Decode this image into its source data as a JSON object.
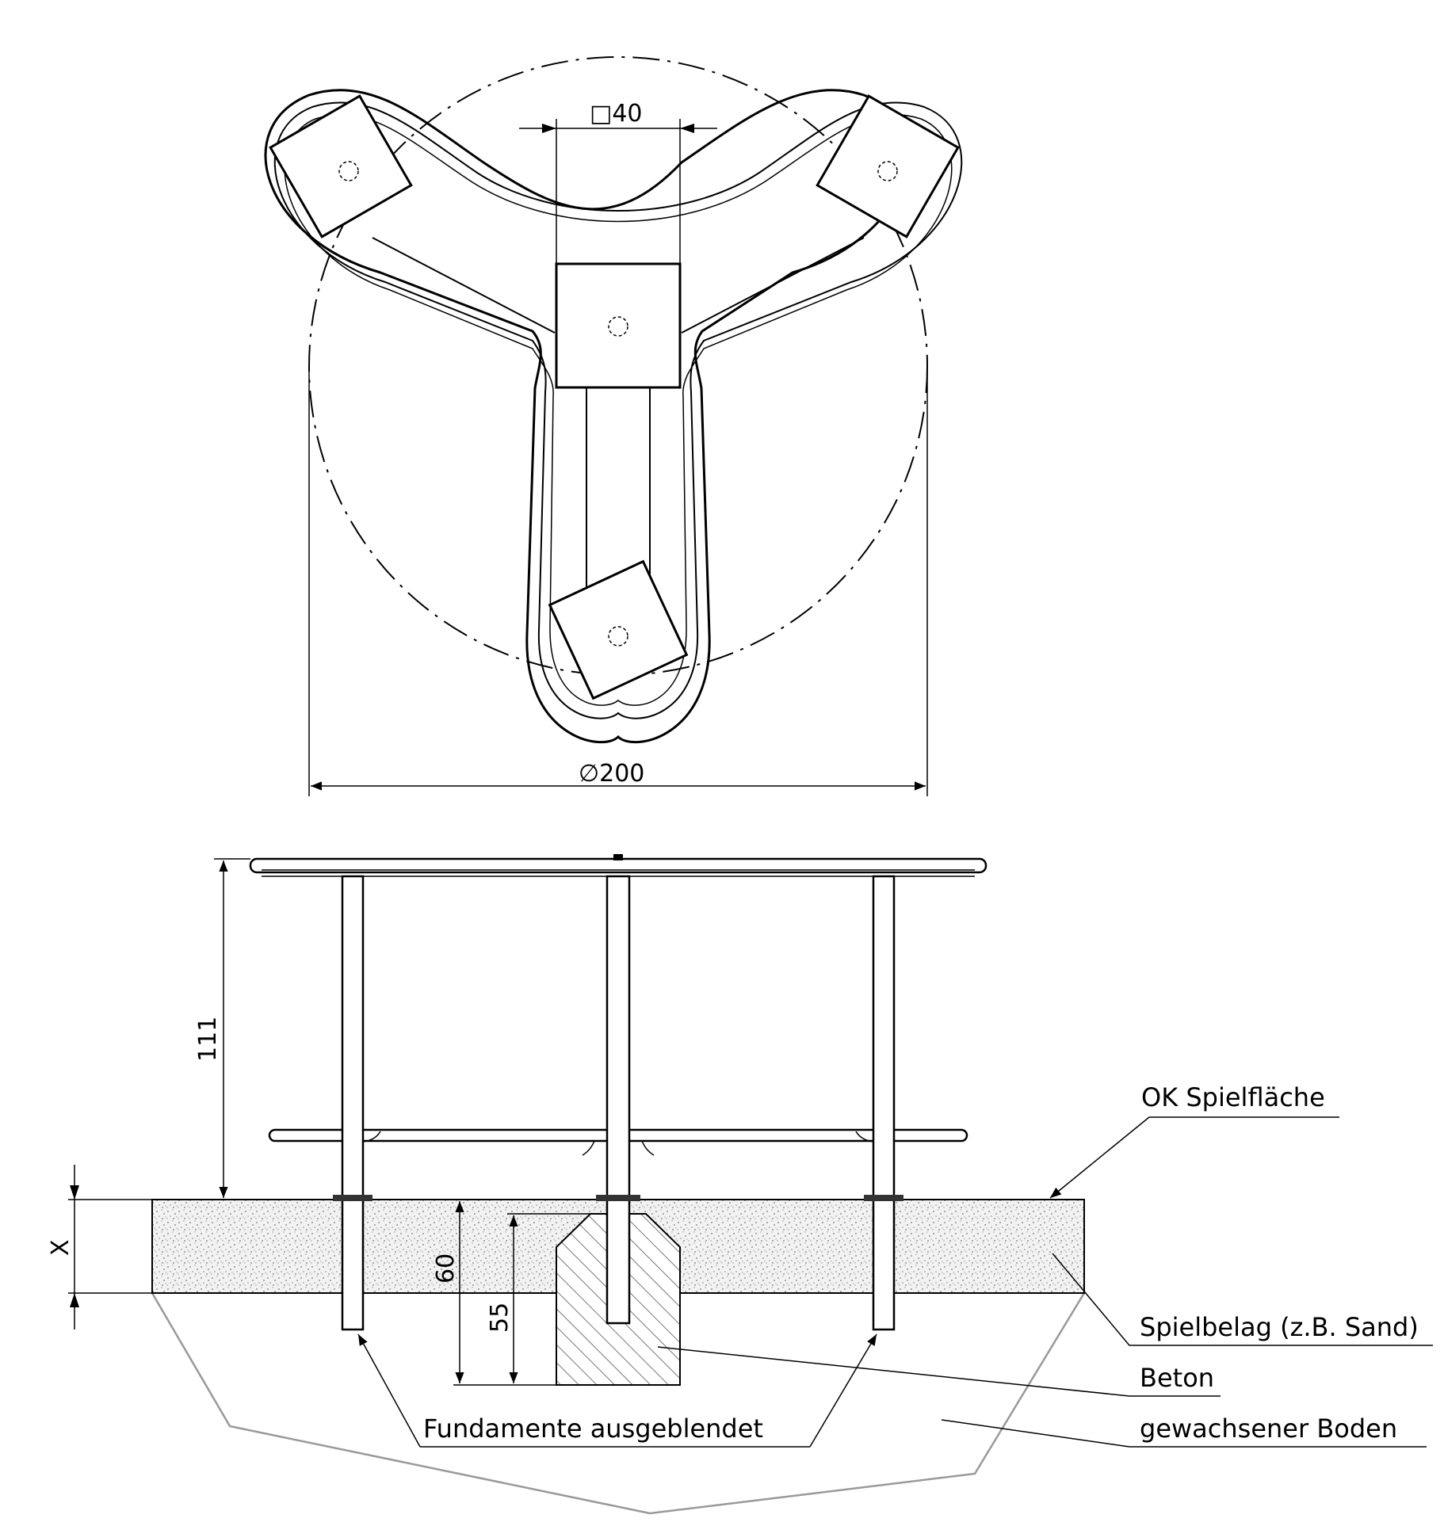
{
  "top_view": {
    "dim_square": "□40",
    "dim_diameter": "∅200"
  },
  "side_view": {
    "dim_height": "111",
    "dim_x": "X",
    "dim_60": "60",
    "dim_55": "55"
  },
  "labels": {
    "ok_spielflaeche": "OK Spielfläche",
    "spielbelag": "Spielbelag (z.B. Sand)",
    "beton": "Beton",
    "gewachsener_boden": "gewachsener Boden",
    "fundamente": "Fundamente ausgeblendet"
  }
}
